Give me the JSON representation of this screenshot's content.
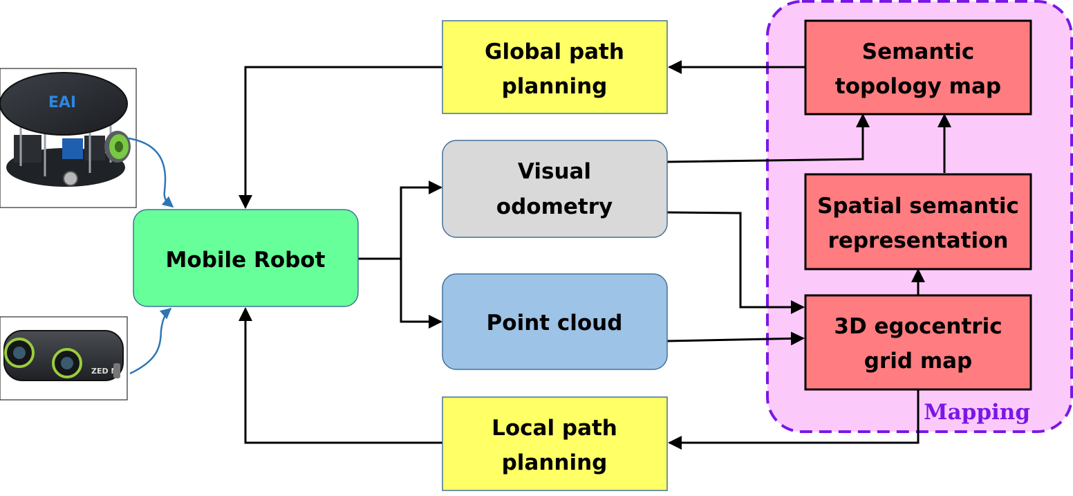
{
  "colors": {
    "mapping_fill": "#FCC9FB",
    "mapping_border": "#7B16E8",
    "planning": "#FFFF66",
    "odometry": "#D9D9D9",
    "pointcloud": "#9DC3E6",
    "robot": "#66FF99",
    "map_node": "#FF7C80",
    "sensor_link": "#2E75B6"
  },
  "nodes": {
    "global_planning": {
      "line1": "Global path",
      "line2": "planning"
    },
    "visual_odometry": {
      "line1": "Visual",
      "line2": "odometry"
    },
    "point_cloud": {
      "label": "Point cloud"
    },
    "local_planning": {
      "line1": "Local path",
      "line2": "planning"
    },
    "mobile_robot": {
      "label": "Mobile Robot"
    },
    "semantic_topology": {
      "line1": "Semantic",
      "line2": "topology map"
    },
    "spatial_semantic": {
      "line1": "Spatial semantic",
      "line2": "representation"
    },
    "grid_map": {
      "line1": "3D egocentric",
      "line2": "grid map"
    }
  },
  "mapping_region": {
    "label": "Mapping"
  },
  "images": {
    "robot_base": {
      "logo": "EAI"
    },
    "stereo_camera": {
      "brand": "ZED M"
    }
  }
}
